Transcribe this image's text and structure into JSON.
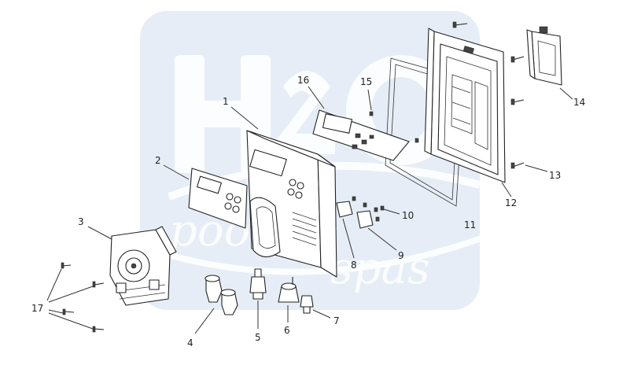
{
  "watermark": {
    "logo_letters": "H2O",
    "line1": "pools &",
    "line2": "spas"
  },
  "callouts": [
    {
      "id": "1",
      "text": "1"
    },
    {
      "id": "2",
      "text": "2"
    },
    {
      "id": "3",
      "text": "3"
    },
    {
      "id": "4",
      "text": "4"
    },
    {
      "id": "5",
      "text": "5"
    },
    {
      "id": "6",
      "text": "6"
    },
    {
      "id": "7",
      "text": "7"
    },
    {
      "id": "8",
      "text": "8"
    },
    {
      "id": "9",
      "text": "9"
    },
    {
      "id": "10",
      "text": "10"
    },
    {
      "id": "11",
      "text": "11"
    },
    {
      "id": "12",
      "text": "12"
    },
    {
      "id": "13",
      "text": "13"
    },
    {
      "id": "14",
      "text": "14"
    },
    {
      "id": "15",
      "text": "15"
    },
    {
      "id": "16",
      "text": "16"
    },
    {
      "id": "17",
      "text": "17"
    }
  ],
  "colors": {
    "watermark_bg": "#e6edf6",
    "line": "#222222"
  }
}
